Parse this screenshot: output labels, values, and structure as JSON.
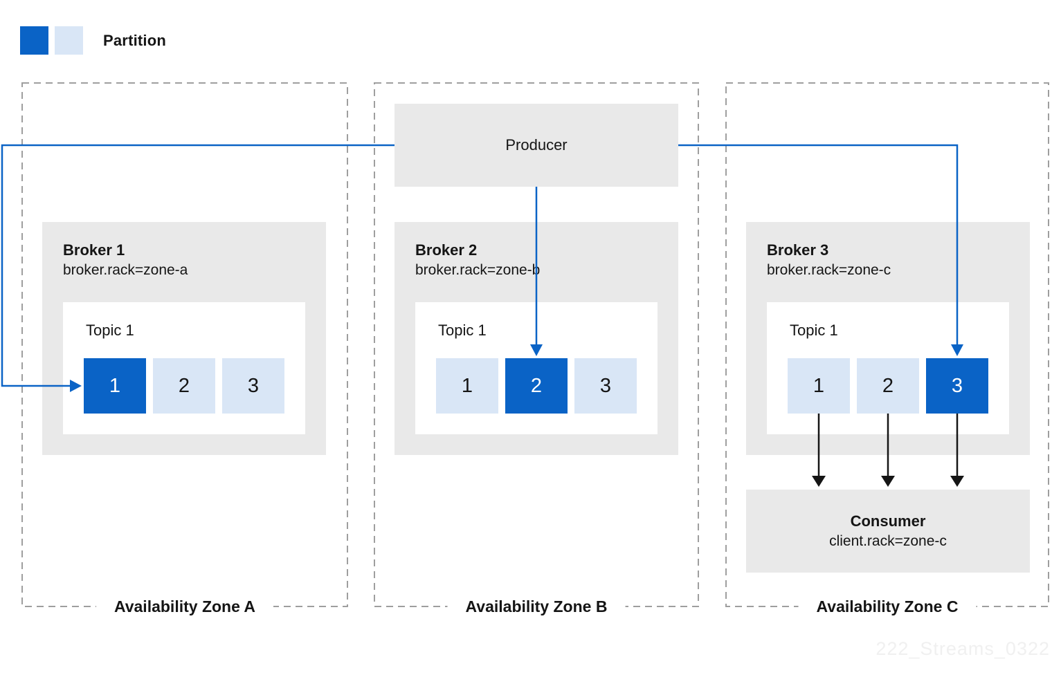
{
  "legend": {
    "label": "Partition"
  },
  "producer": {
    "label": "Producer"
  },
  "consumer": {
    "label": "Consumer",
    "config": "client.rack=zone-c"
  },
  "zones": [
    {
      "label": "Availability Zone A",
      "broker": {
        "name": "Broker 1",
        "config": "broker.rack=zone-a",
        "topic": {
          "label": "Topic 1",
          "partitions": [
            "1",
            "2",
            "3"
          ],
          "highlighted_partition": "1"
        }
      }
    },
    {
      "label": "Availability Zone B",
      "broker": {
        "name": "Broker 2",
        "config": "broker.rack=zone-b",
        "topic": {
          "label": "Topic 1",
          "partitions": [
            "1",
            "2",
            "3"
          ],
          "highlighted_partition": "2"
        }
      }
    },
    {
      "label": "Availability Zone C",
      "broker": {
        "name": "Broker 3",
        "config": "broker.rack=zone-c",
        "topic": {
          "label": "Topic 1",
          "partitions": [
            "1",
            "2",
            "3"
          ],
          "highlighted_partition": "3"
        }
      }
    }
  ],
  "watermark": "222_Streams_0322",
  "colors": {
    "primary_blue": "#0a63c6",
    "light_blue": "#d9e6f6",
    "box_gray": "#e9e9e9",
    "text": "#151515",
    "dash_gray": "#9e9e9e",
    "watermark_gray": "#f0f0f0"
  }
}
